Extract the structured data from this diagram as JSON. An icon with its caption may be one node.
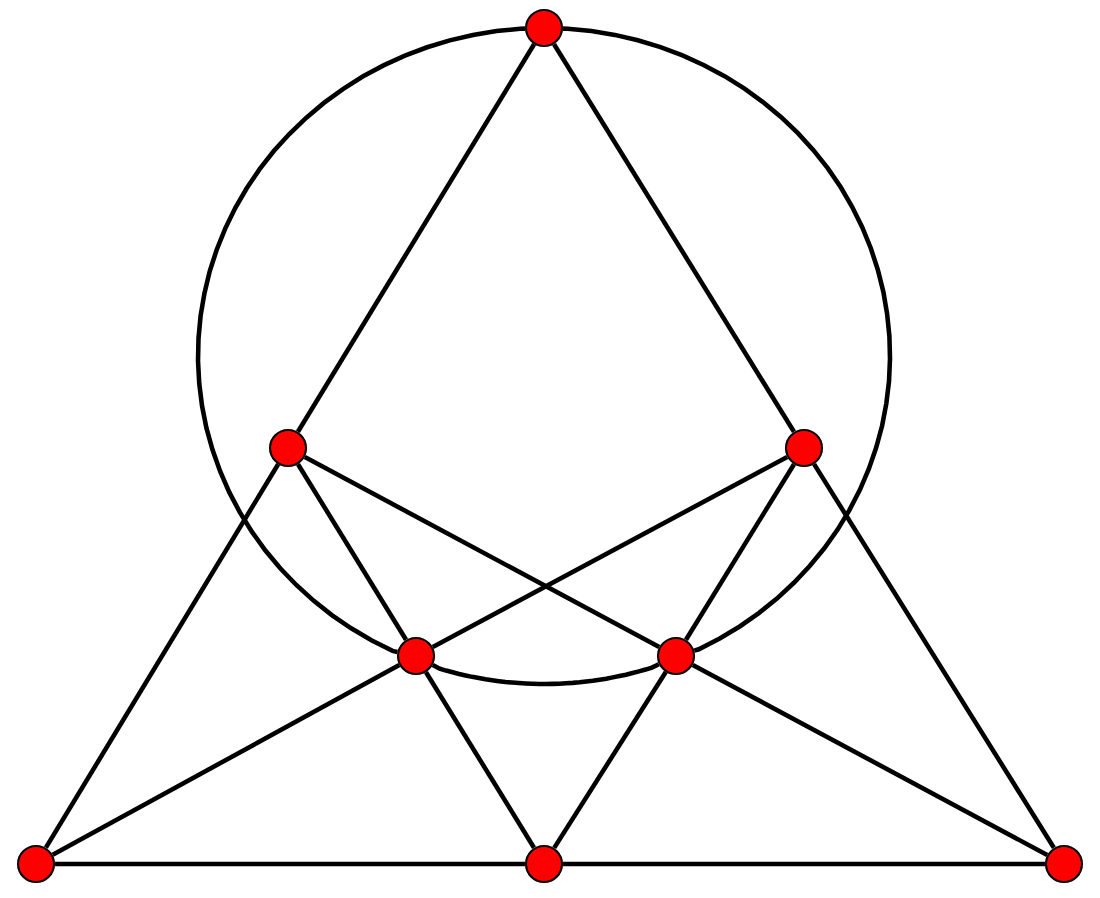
{
  "diagram": {
    "nodes": [
      {
        "text": [],
        "shape": "circle"
      },
      {
        "text": [],
        "shape": "circle"
      },
      {
        "text": [],
        "shape": "circle"
      },
      {
        "text": [],
        "shape": "circle"
      },
      {
        "text": [],
        "shape": "circle"
      },
      {
        "text": [],
        "shape": "circle"
      },
      {
        "text": [],
        "shape": "circle"
      },
      {
        "text": [],
        "shape": "circle"
      }
    ],
    "edges": [
      {
        "from": 0,
        "to": 1,
        "arrow": "none"
      },
      {
        "from": 1,
        "to": 5,
        "arrow": "none"
      },
      {
        "from": 0,
        "to": 2,
        "arrow": "none"
      },
      {
        "from": 2,
        "to": 7,
        "arrow": "none"
      },
      {
        "from": 5,
        "to": 6,
        "arrow": "none"
      },
      {
        "from": 6,
        "to": 7,
        "arrow": "none"
      },
      {
        "from": 1,
        "to": 4,
        "arrow": "none"
      },
      {
        "from": 4,
        "to": 7,
        "arrow": "none"
      },
      {
        "from": 2,
        "to": 3,
        "arrow": "none"
      },
      {
        "from": 3,
        "to": 5,
        "arrow": "none"
      },
      {
        "from": 1,
        "to": 3,
        "arrow": "none"
      },
      {
        "from": 3,
        "to": 6,
        "arrow": "none"
      },
      {
        "from": 2,
        "to": 4,
        "arrow": "none"
      },
      {
        "from": 4,
        "to": 6,
        "arrow": "none"
      },
      {
        "from": 0,
        "to": 3,
        "arrow": "none"
      },
      {
        "from": 3,
        "to": 4,
        "arrow": "none"
      },
      {
        "from": 4,
        "to": 0,
        "arrow": "none"
      }
    ]
  }
}
